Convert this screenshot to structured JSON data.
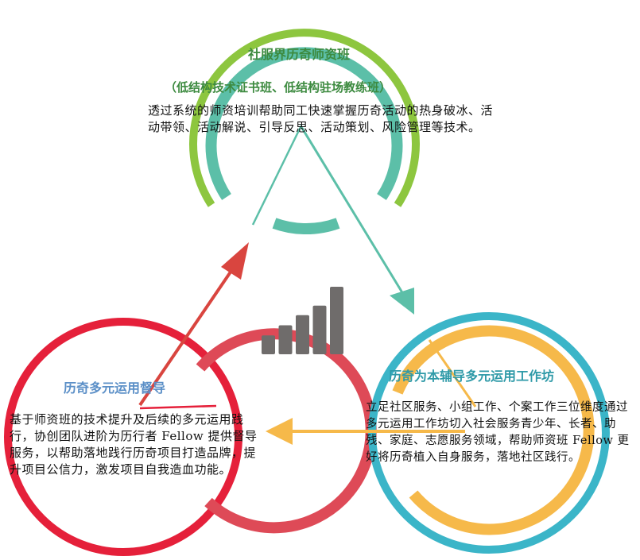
{
  "colors": {
    "top_outer": "#8dc63f",
    "top_inner": "#5cbfa8",
    "left_outer": "#e5203a",
    "left_inner": "#de4a57",
    "right_outer": "#3bb5c8",
    "right_inner": "#f6b94a",
    "bars": "#6f6c6b",
    "title_top": "#3c8a3f",
    "title_left": "#5b8fc7",
    "title_right": "#2f9aa8"
  },
  "top": {
    "title": "社服界历奇师资班",
    "subtitle": "（低结构技术证书班、低结构驻场教练班）",
    "body": "透过系统的师资培训帮助同工快速掌握历奇活动的热身破冰、活动带领、活动解说、引导反思、活动策划、风险管理等技术。"
  },
  "left": {
    "title": "历奇多元运用督导",
    "body": "基于师资班的技术提升及后续的多元运用践行，协创团队进阶为历行者 Fellow 提供督导服务，以帮助落地践行历奇项目打造品牌，提升项目公信力，激发项目自我造血功能。"
  },
  "right": {
    "title": "历奇为本辅导多元运用工作坊",
    "body": "立足社区服务、小组工作、个案工作三位维度通过多元运用工作坊切入社会服务青少年、长者、助残、家庭、志愿服务领域，帮助师资班 Fellow 更好将历奇植入自身服务，落地社区践行。"
  },
  "center_icon": "bar-chart-icon",
  "bar_levels": [
    0.28,
    0.43,
    0.58,
    0.72,
    1.0
  ]
}
